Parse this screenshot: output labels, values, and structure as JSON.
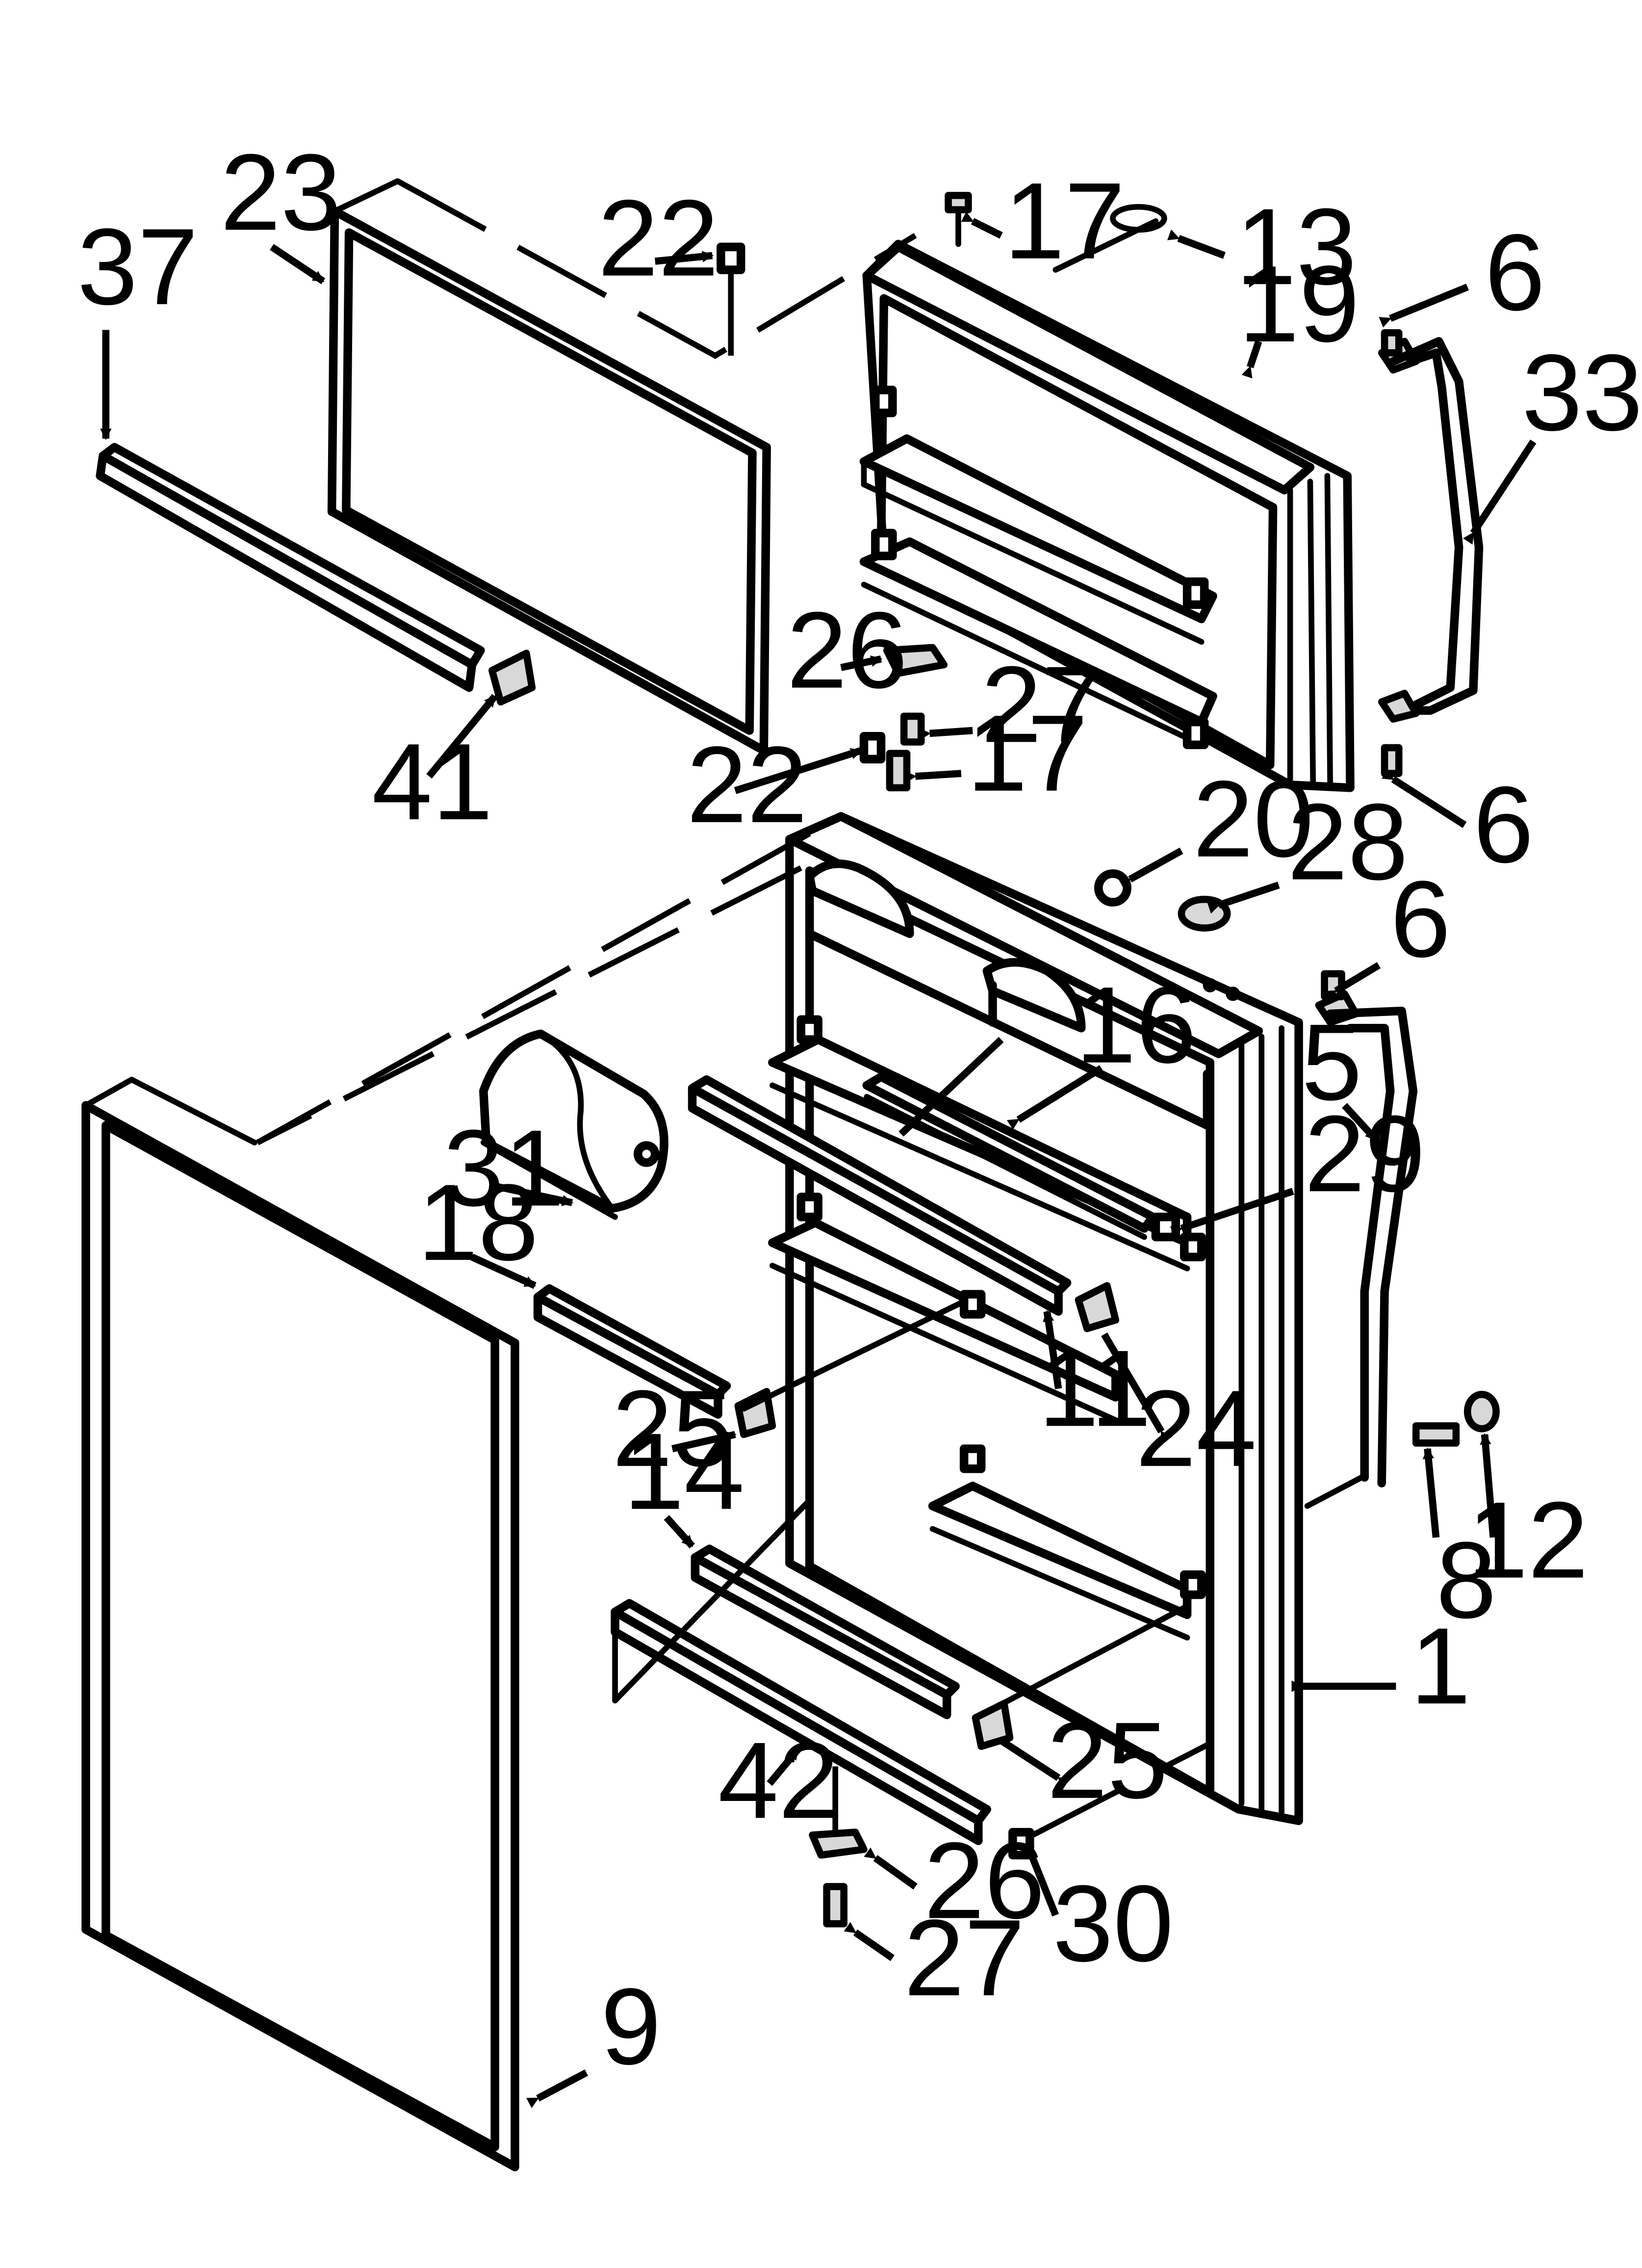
{
  "callouts": [
    {
      "id": "c1",
      "label": "1"
    },
    {
      "id": "c5",
      "label": "5"
    },
    {
      "id": "c6a",
      "label": "6"
    },
    {
      "id": "c6b",
      "label": "6"
    },
    {
      "id": "c6c",
      "label": "6"
    },
    {
      "id": "c8",
      "label": "8"
    },
    {
      "id": "c9",
      "label": "9"
    },
    {
      "id": "c11",
      "label": "11"
    },
    {
      "id": "c12",
      "label": "12"
    },
    {
      "id": "c13",
      "label": "13"
    },
    {
      "id": "c14",
      "label": "14"
    },
    {
      "id": "c16",
      "label": "16"
    },
    {
      "id": "c17a",
      "label": "17"
    },
    {
      "id": "c17b",
      "label": "17"
    },
    {
      "id": "c18",
      "label": "18"
    },
    {
      "id": "c19",
      "label": "19"
    },
    {
      "id": "c20",
      "label": "20"
    },
    {
      "id": "c22a",
      "label": "22"
    },
    {
      "id": "c22b",
      "label": "22"
    },
    {
      "id": "c23",
      "label": "23"
    },
    {
      "id": "c24",
      "label": "24"
    },
    {
      "id": "c25a",
      "label": "25"
    },
    {
      "id": "c25b",
      "label": "25"
    },
    {
      "id": "c26a",
      "label": "26"
    },
    {
      "id": "c26b",
      "label": "26"
    },
    {
      "id": "c27a",
      "label": "27"
    },
    {
      "id": "c27b",
      "label": "27"
    },
    {
      "id": "c28",
      "label": "28"
    },
    {
      "id": "c29",
      "label": "29"
    },
    {
      "id": "c30",
      "label": "30"
    },
    {
      "id": "c31",
      "label": "31"
    },
    {
      "id": "c33",
      "label": "33"
    },
    {
      "id": "c37",
      "label": "37"
    },
    {
      "id": "c41",
      "label": "41"
    },
    {
      "id": "c42",
      "label": "42"
    }
  ]
}
